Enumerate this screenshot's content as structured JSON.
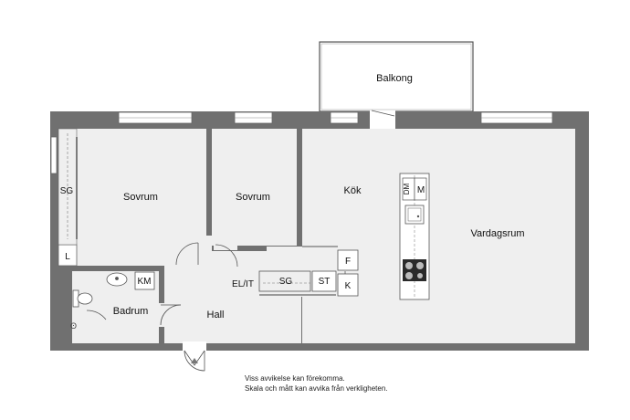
{
  "rooms": {
    "balcony": "Balkong",
    "bedroom_left": "Sovrum",
    "bedroom_middle": "Sovrum",
    "kitchen": "Kök",
    "living_room": "Vardagsrum",
    "bathroom": "Badrum",
    "hall": "Hall"
  },
  "fixtures": {
    "wardrobe_sg_left": "SG",
    "linen_l": "L",
    "washing_machine": "KM",
    "electrical": "EL/IT",
    "wardrobe_sg_hall": "SG",
    "storage_st": "ST",
    "freezer": "F",
    "fridge": "K",
    "dishwasher": "DM",
    "microwave": "M"
  },
  "notes": [
    "Viss avvikelse kan förekomma.",
    "Skala och mått kan avvika från verkligheten."
  ],
  "colors": {
    "wall": "#6e6e6e",
    "floor": "#f0f0f0",
    "balcony_floor": "#ffffff",
    "line": "#555555"
  }
}
